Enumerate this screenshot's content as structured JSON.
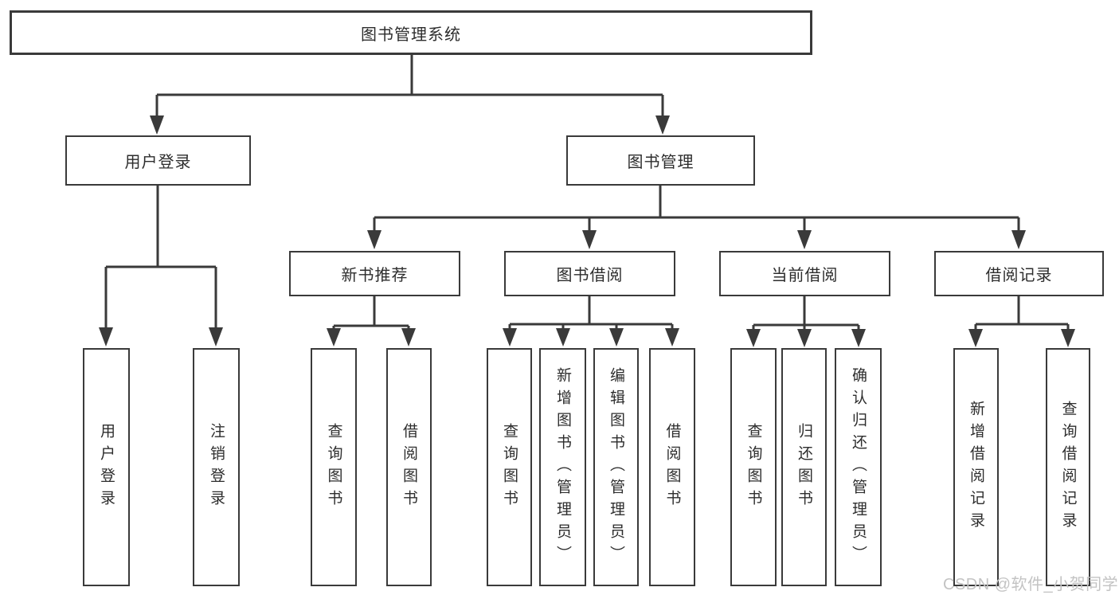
{
  "root": {
    "label": "图书管理系统"
  },
  "modules": [
    {
      "label": "用户登录",
      "children": [
        {
          "label": "用户登录"
        },
        {
          "label": "注销登录"
        }
      ]
    },
    {
      "label": "图书管理",
      "sections": [
        {
          "label": "新书推荐",
          "children": [
            {
              "label": "查询图书"
            },
            {
              "label": "借阅图书"
            }
          ]
        },
        {
          "label": "图书借阅",
          "children": [
            {
              "label": "查询图书"
            },
            {
              "label": "新增图书（管理员）"
            },
            {
              "label": "编辑图书（管理员）"
            },
            {
              "label": "借阅图书"
            }
          ]
        },
        {
          "label": "当前借阅",
          "children": [
            {
              "label": "查询图书"
            },
            {
              "label": "归还图书"
            },
            {
              "label": "确认归还（管理员）"
            }
          ]
        },
        {
          "label": "借阅记录",
          "children": [
            {
              "label": "新增借阅记录"
            },
            {
              "label": "查询借阅记录"
            }
          ]
        }
      ]
    }
  ],
  "watermark": {
    "text": "CSDN @软件_小贺同学"
  },
  "colors": {
    "line": "#3a3a3a",
    "box_border": "#3a3a3a",
    "text": "#2d2d2d",
    "watermark": "#c3c3c3",
    "background": "#ffffff"
  }
}
